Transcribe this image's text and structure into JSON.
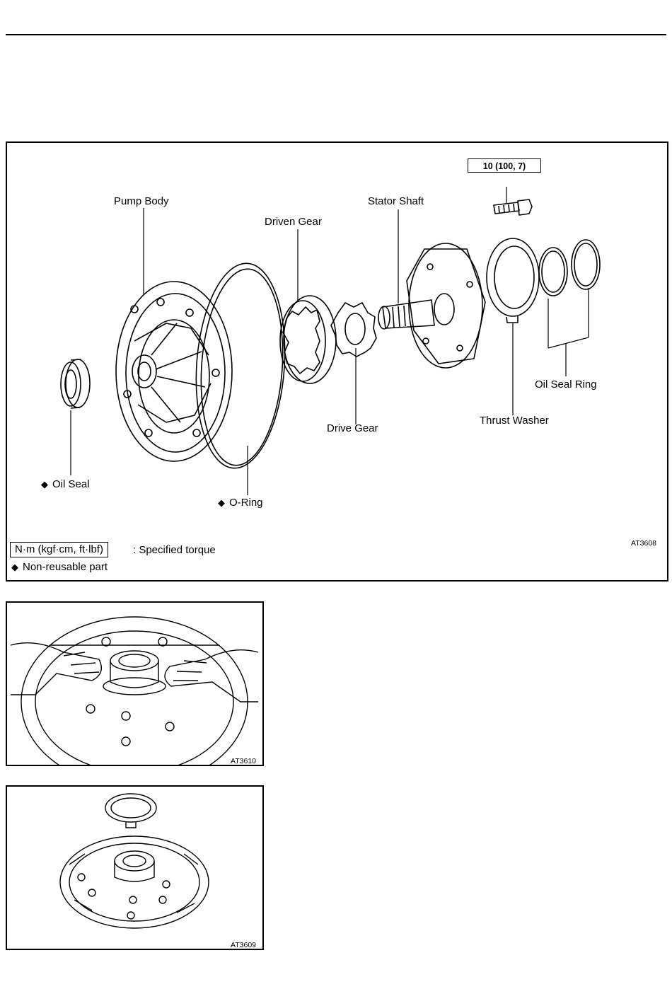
{
  "diagram": {
    "torque_spec": "10 (100, 7)",
    "parts": {
      "pump_body": "Pump Body",
      "driven_gear": "Driven Gear",
      "stator_shaft": "Stator Shaft",
      "drive_gear": "Drive Gear",
      "thrust_washer": "Thrust Washer",
      "oil_seal_ring": "Oil Seal Ring",
      "oil_seal": "Oil Seal",
      "o_ring": "O-Ring"
    },
    "nonreusable_marker": "◆",
    "figure_code": "AT3608",
    "legend": {
      "torque_unit": "N·m (kgf·cm, ft·lbf)",
      "torque_desc": ": Specified torque",
      "nonreusable": "Non-reusable part"
    }
  },
  "photos": [
    {
      "code": "AT3610"
    },
    {
      "code": "AT3609"
    }
  ]
}
